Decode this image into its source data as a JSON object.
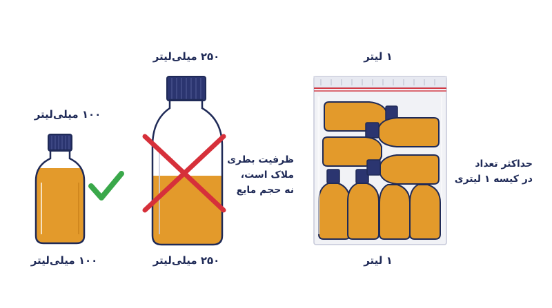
{
  "small_bottle": {
    "label_top": "۱۰۰ میلی‌لیتر",
    "label_bottom": "۱۰۰ میلی‌لیتر",
    "status_icon": "check-icon"
  },
  "large_bottle": {
    "label_top": "۲۵۰ میلی‌لیتر",
    "label_bottom": "۲۵۰ میلی‌لیتر",
    "status_icon": "cross-icon"
  },
  "capacity_note": {
    "line1": "ظرفیت بطری",
    "line2": "ملاک است،",
    "line3": "نه حجم مایع"
  },
  "bag": {
    "label_top": "۱ لیتر",
    "label_bottom": "۱ لیتر"
  },
  "max_note": {
    "line1": "حداکثر تعداد",
    "line2": "در کیسه ۱ لیتری"
  },
  "colors": {
    "navy": "#1f2a57",
    "liquid": "#e39a2b",
    "cap": "#2b3570",
    "check": "#3aa84a",
    "cross": "#d6303a",
    "bag_red": "#d43a45"
  }
}
